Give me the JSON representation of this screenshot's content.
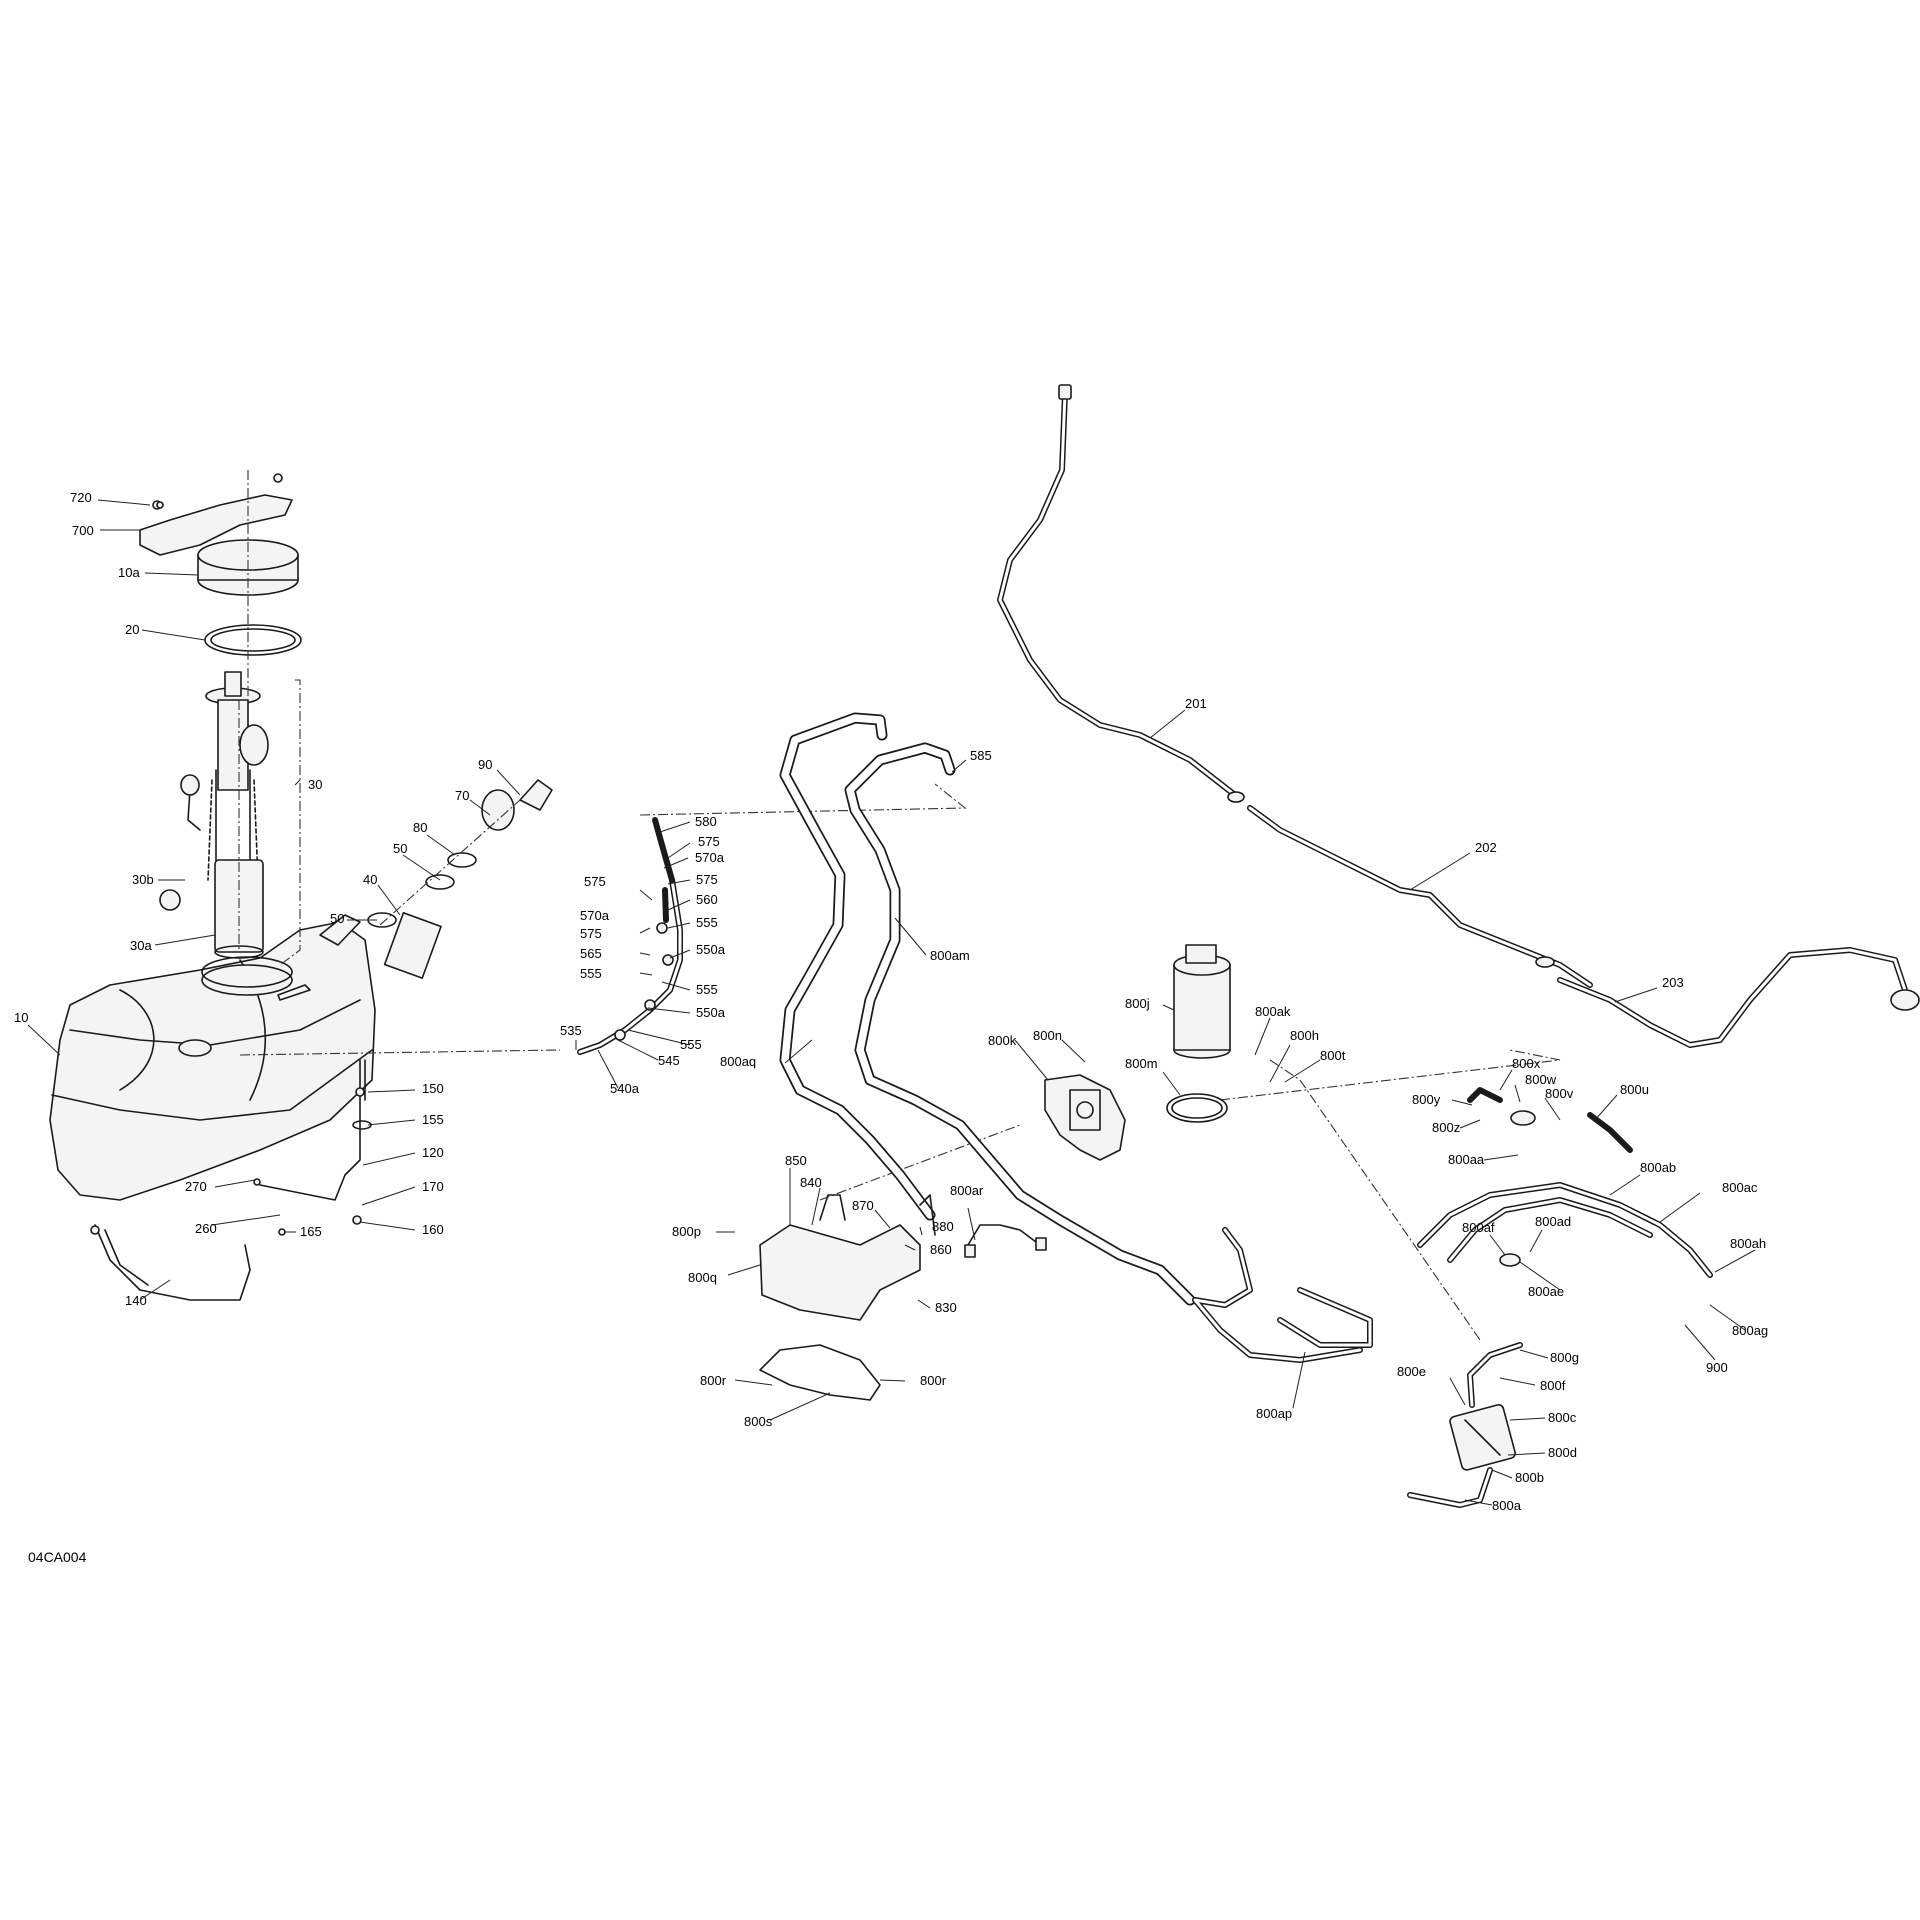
{
  "figure_code": "04CA004",
  "callouts": {
    "c720": "720",
    "c700": "700",
    "c10a": "10a",
    "c20": "20",
    "c30": "30",
    "c30b": "30b",
    "c30a": "30a",
    "c10": "10",
    "c90": "90",
    "c70": "70",
    "c80": "80",
    "c50a": "50",
    "c50b": "50",
    "c40": "40",
    "c150": "150",
    "c155": "155",
    "c120": "120",
    "c270": "270",
    "c170": "170",
    "c260": "260",
    "c165": "165",
    "c160": "160",
    "c140": "140",
    "c580": "580",
    "c575a": "575",
    "c570a1": "570a",
    "c575b": "575",
    "c575c": "575",
    "c560": "560",
    "c570a2": "570a",
    "c575d": "575",
    "c555a": "555",
    "c565": "565",
    "c550a1": "550a",
    "c555b": "555",
    "c555c": "555",
    "c535": "535",
    "c550a2": "550a",
    "c555d": "555",
    "c545": "545",
    "c540a": "540a",
    "c585": "585",
    "c800am": "800am",
    "c800aq": "800aq",
    "c201": "201",
    "c202": "202",
    "c203": "203",
    "c800j": "800j",
    "c800ak": "800ak",
    "c800h": "800h",
    "c800t": "800t",
    "c800m": "800m",
    "c800k": "800k",
    "c800n": "800n",
    "c800x": "800x",
    "c800w": "800w",
    "c800v": "800v",
    "c800u": "800u",
    "c800y": "800y",
    "c800z": "800z",
    "c800aa": "800aa",
    "c850": "850",
    "c840": "840",
    "c870": "870",
    "c880": "880",
    "c860": "860",
    "c800p": "800p",
    "c800q": "800q",
    "c830": "830",
    "c800ar": "800ar",
    "c800r1": "800r",
    "c800r2": "800r",
    "c800s": "800s",
    "c800ab": "800ab",
    "c800ac": "800ac",
    "c800af": "800af",
    "c800ad": "800ad",
    "c800ae": "800ae",
    "c800ah": "800ah",
    "c800ag": "800ag",
    "c900": "900",
    "c800g": "800g",
    "c800e": "800e",
    "c800f": "800f",
    "c800c": "800c",
    "c800d": "800d",
    "c800b": "800b",
    "c800a": "800a",
    "c800ap": "800ap"
  }
}
